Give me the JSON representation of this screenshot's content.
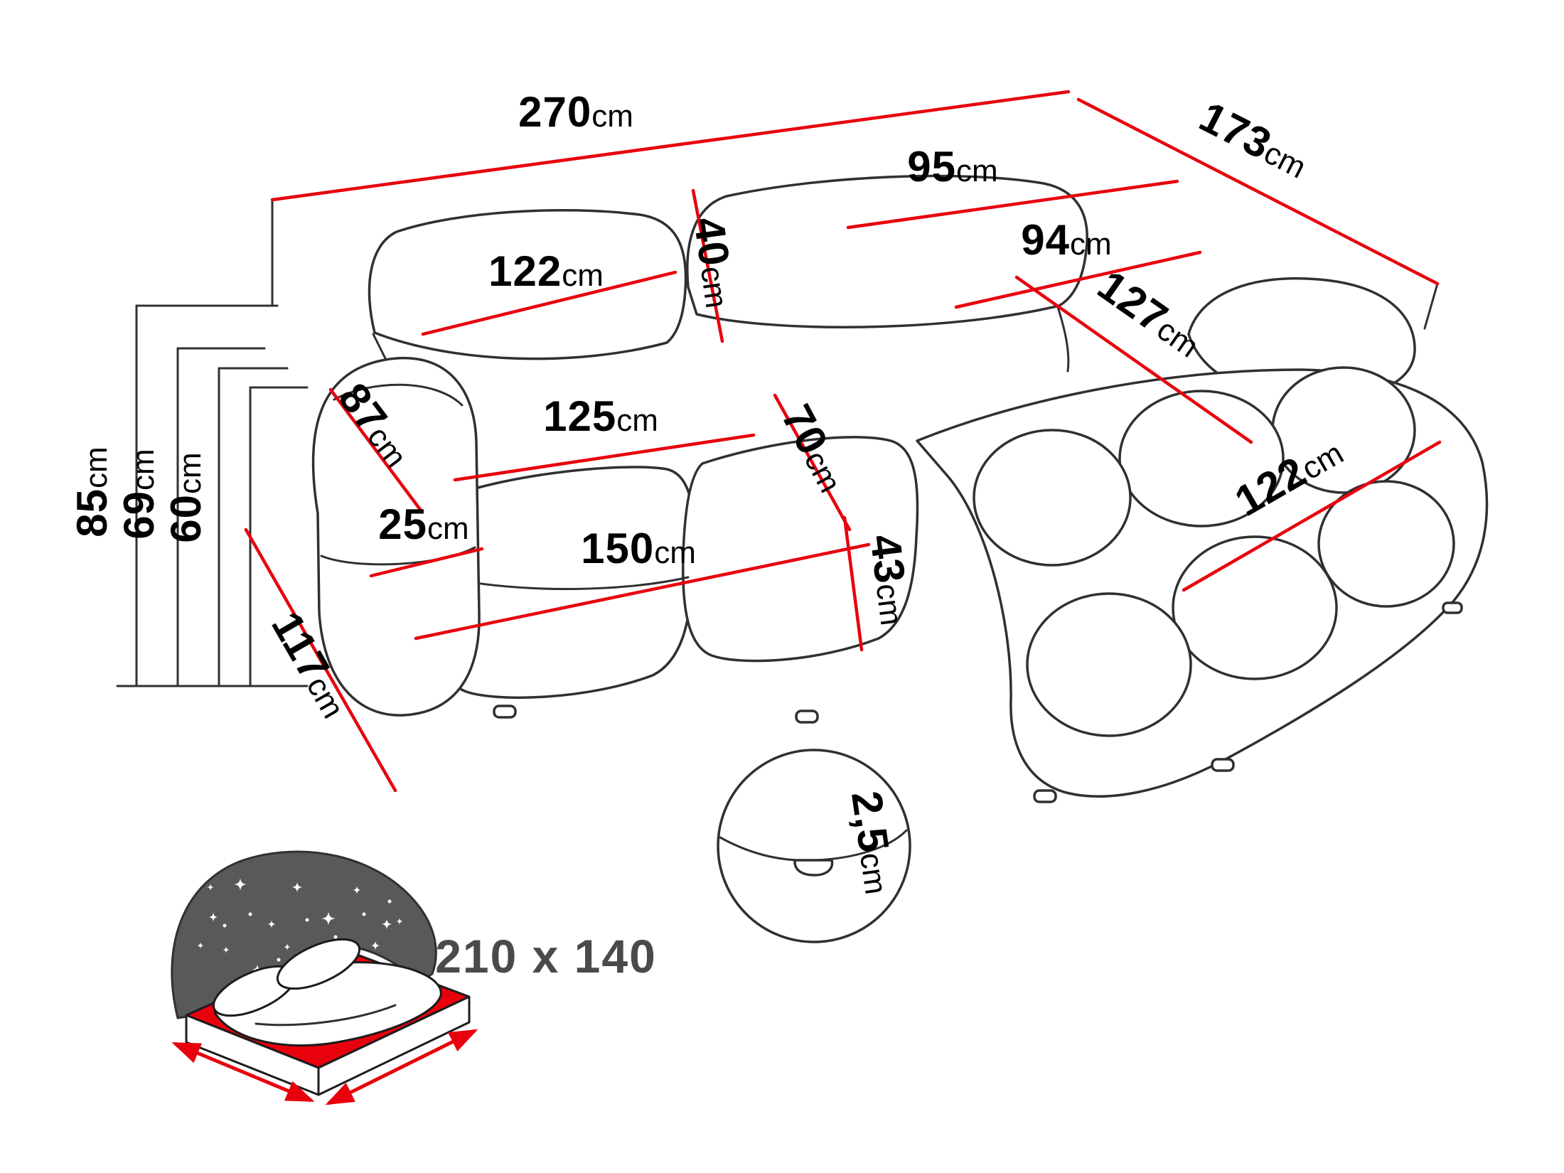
{
  "diagram": {
    "type": "corner-sofa-dimension-diagram",
    "default_unit": "cm",
    "colors": {
      "dimension_line": "#e8000d",
      "outline": "#303030",
      "label_text": "#000000",
      "bed_mattress": "#e8000d",
      "bed_headboard": "#58595b",
      "bed_text": "#4a4a4c"
    },
    "dims": {
      "width_total": {
        "value": "270",
        "unit": "cm"
      },
      "depth_total": {
        "value": "173",
        "unit": "cm"
      },
      "back_cushion_left": {
        "value": "122",
        "unit": "cm"
      },
      "back_cushion_right": {
        "value": "95",
        "unit": "cm"
      },
      "backrest_height": {
        "value": "40",
        "unit": "cm"
      },
      "chaise_top_width": {
        "value": "94",
        "unit": "cm"
      },
      "chaise_length": {
        "value": "127",
        "unit": "cm"
      },
      "chaise_side_length": {
        "value": "122",
        "unit": "cm"
      },
      "armrest_diagonal": {
        "value": "87",
        "unit": "cm"
      },
      "seat_cushion_width": {
        "value": "125",
        "unit": "cm"
      },
      "seat_depth": {
        "value": "70",
        "unit": "cm"
      },
      "armrest_width": {
        "value": "25",
        "unit": "cm"
      },
      "seat_width": {
        "value": "150",
        "unit": "cm"
      },
      "seat_height": {
        "value": "43",
        "unit": "cm"
      },
      "height_total": {
        "value": "85",
        "unit": "cm"
      },
      "armrest_height": {
        "value": "69",
        "unit": "cm"
      },
      "seatback_height": {
        "value": "60",
        "unit": "cm"
      },
      "base_depth": {
        "value": "117",
        "unit": "cm"
      },
      "leg_height": {
        "value": "2,5",
        "unit": "cm"
      },
      "bed_sleeping_area": {
        "value": "210 x 140",
        "unit": ""
      }
    }
  }
}
